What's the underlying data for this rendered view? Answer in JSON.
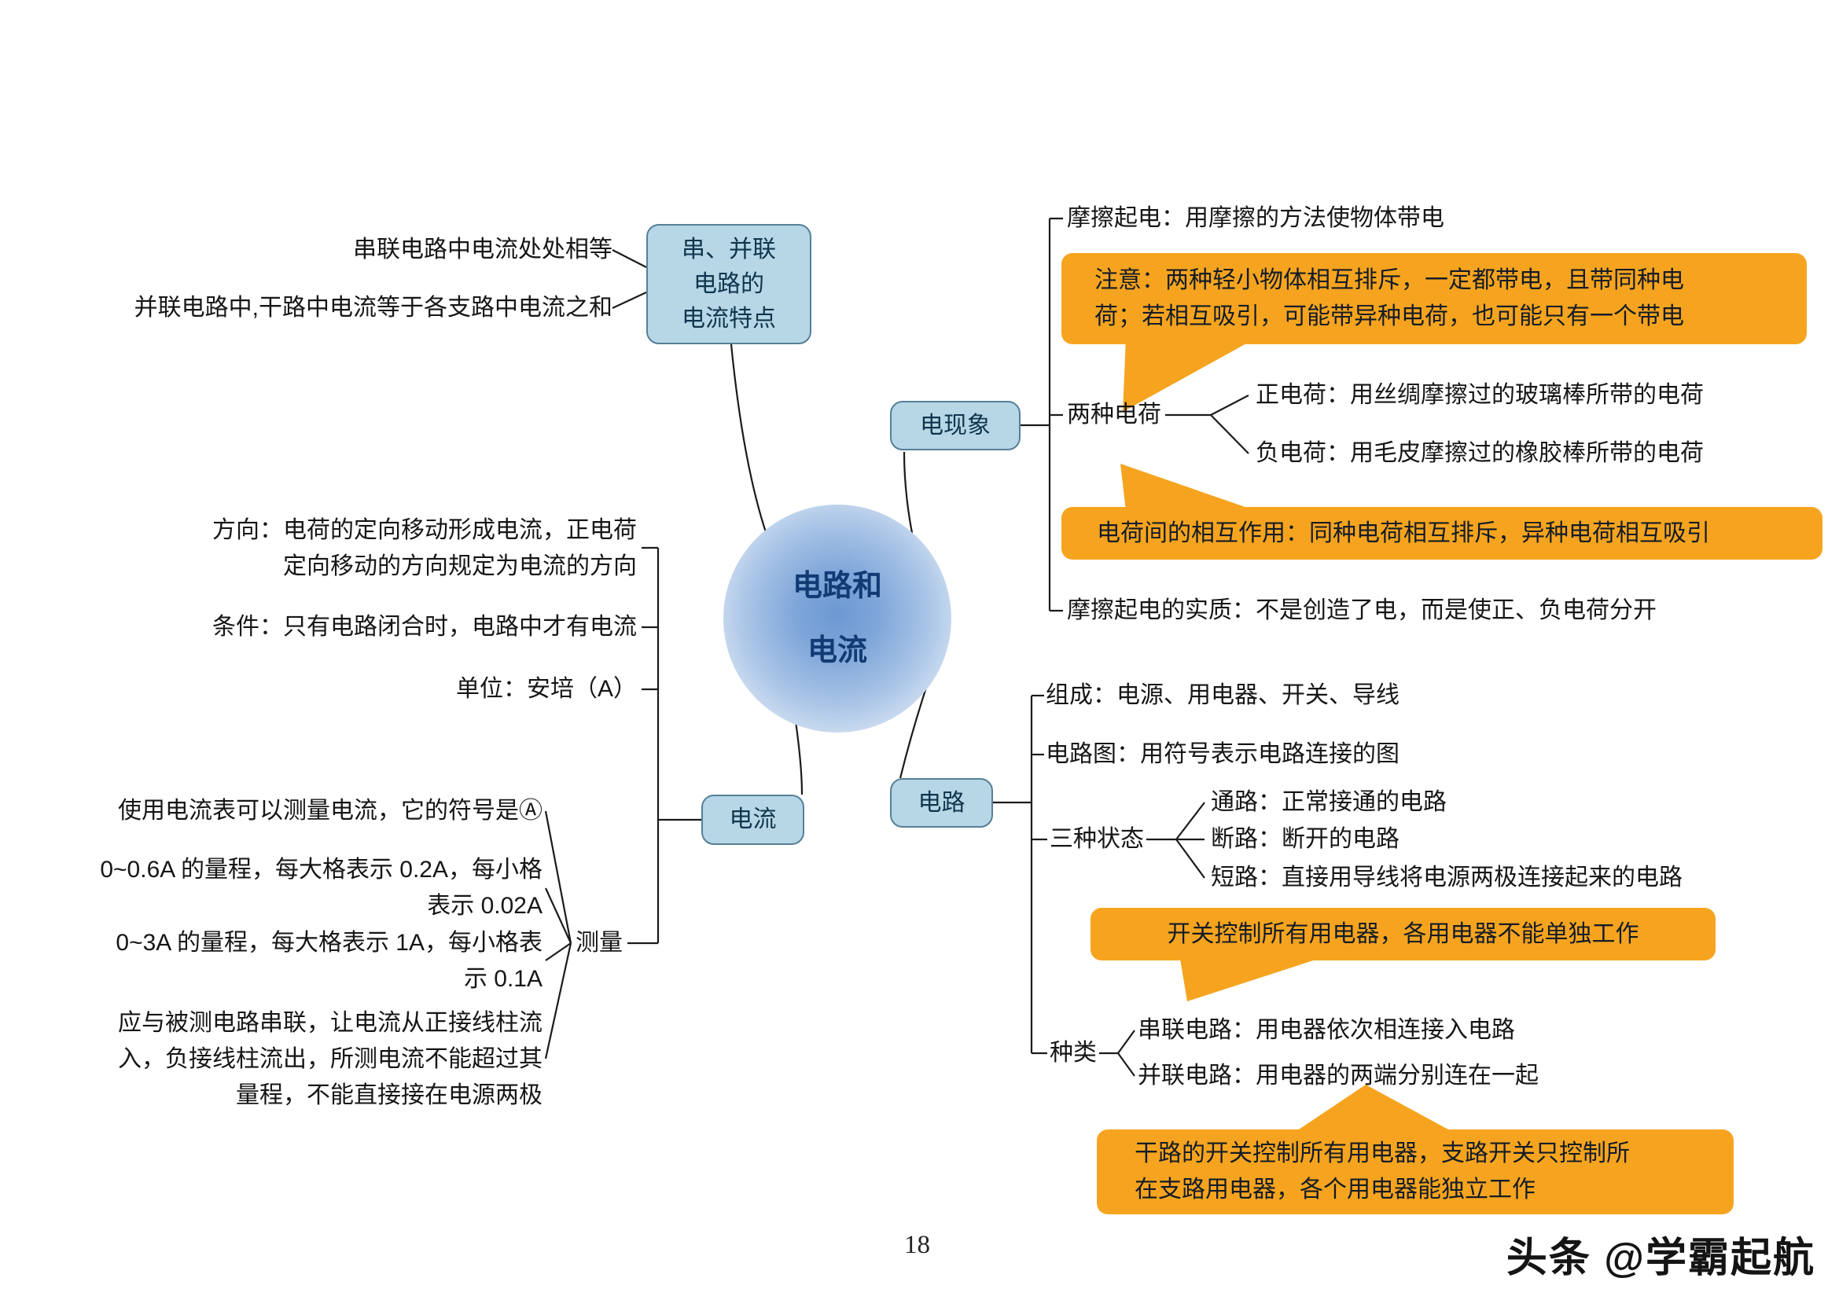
{
  "page": {
    "number": "18",
    "watermark": "头条 @学霸起航"
  },
  "center": {
    "line1": "电路和",
    "line2": "电流"
  },
  "series_parallel": {
    "node": "串、并联\n电路的\n电流特点",
    "equal": "串联电路中电流处处相等",
    "sum": "并联电路中,干路中电流等于各支路中电流之和"
  },
  "phenomena": {
    "node": "电现象",
    "friction": "摩擦起电：用摩擦的方法使物体带电",
    "note": "注意：两种轻小物体相互排斥，一定都带电，且带同种电\n荷；若相互吸引，可能带异种电荷，也可能只有一个带电",
    "two_charges": "两种电荷",
    "positive": "正电荷：用丝绸摩擦过的玻璃棒所带的电荷",
    "negative": "负电荷：用毛皮摩擦过的橡胶棒所带的电荷",
    "interaction": "电荷间的相互作用：同种电荷相互排斥，异种电荷相互吸引",
    "essence": "摩擦起电的实质：不是创造了电，而是使正、负电荷分开"
  },
  "current": {
    "node": "电流",
    "direction": "方向：电荷的定向移动形成电流，正电荷\n定向移动的方向规定为电流的方向",
    "condition": "条件：只有电路闭合时，电路中才有电流",
    "unit": "单位：安培（A）",
    "measure_label": "测量",
    "m1": "使用电流表可以测量电流，它的符号是Ⓐ",
    "m2": "0~0.6A 的量程，每大格表示 0.2A，每小格\n表示 0.02A",
    "m3": "0~3A 的量程，每大格表示 1A，每小格表\n示 0.1A",
    "m4": "应与被测电路串联，让电流从正接线柱流\n入，负接线柱流出，所测电流不能超过其\n量程，不能直接接在电源两极"
  },
  "circuit": {
    "node": "电路",
    "composition": "组成：电源、用电器、开关、导线",
    "diagram": "电路图：用符号表示电路连接的图",
    "states_label": "三种状态",
    "open": "通路：正常接通的电路",
    "broken": "断路：断开的电路",
    "short": "短路：直接用导线将电源两极连接起来的电路",
    "switch_note": "开关控制所有用电器，各用电器不能单独工作",
    "kinds_label": "种类",
    "series": "串联电路：用电器依次相连接入电路",
    "parallel": "并联电路：用电器的两端分别连在一起",
    "parallel_note": "干路的开关控制所有用电器，支路开关只控制所\n在支路用电器，各个用电器能独立工作"
  },
  "colors": {
    "node_fill": "#b7d7e6",
    "node_border": "#567f99",
    "callout_fill": "#F6A41F",
    "line": "#1b1b1b",
    "center_gradient": "#6d98d2",
    "title_text": "#123a74"
  }
}
